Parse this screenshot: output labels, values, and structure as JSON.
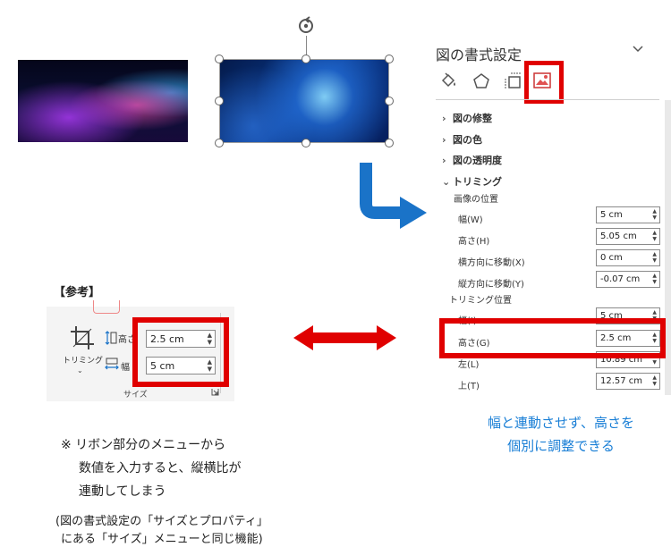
{
  "panel": {
    "title": "図の書式設定",
    "tabs": [
      "fill-line",
      "effects",
      "size-properties",
      "picture"
    ],
    "sections": [
      {
        "label": "図の修整",
        "expanded": false
      },
      {
        "label": "図の色",
        "expanded": false
      },
      {
        "label": "図の透明度",
        "expanded": false
      },
      {
        "label": "トリミング",
        "expanded": true
      }
    ],
    "image_position": {
      "heading": "画像の位置",
      "fields": [
        {
          "label": "幅(W)",
          "value": "5 cm"
        },
        {
          "label": "高さ(H)",
          "value": "5.05 cm"
        },
        {
          "label": "横方向に移動(X)",
          "value": "0 cm"
        },
        {
          "label": "縦方向に移動(Y)",
          "value": "-0.07 cm"
        }
      ]
    },
    "crop_position": {
      "heading": "トリミング位置",
      "fields": [
        {
          "label": "幅(I)",
          "value": "5 cm"
        },
        {
          "label": "高さ(G)",
          "value": "2.5 cm"
        },
        {
          "label": "左(L)",
          "value": "10.89 cm"
        },
        {
          "label": "上(T)",
          "value": "12.57 cm"
        }
      ]
    }
  },
  "reference": {
    "label": "【参考】",
    "crop_button": "トリミング",
    "height_label": "高さ",
    "height_value": "2.5 cm",
    "width_label": "幅",
    "width_value": "5 cm",
    "group_label": "サイズ"
  },
  "captions": {
    "blue_line1": "幅と連動させず、高さを",
    "blue_line2": "個別に調整できる",
    "note_line1": "※ リボン部分のメニューから",
    "note_line2": "数値を入力すると、縦横比が",
    "note_line3": "連動してしまう",
    "paren_line1": "(図の書式設定の「サイズとプロパティ」",
    "paren_line2": "にある「サイズ」メニューと同じ機能)"
  },
  "colors": {
    "highlight": "#e00000",
    "blue_arrow": "#1a73c8",
    "caption_blue": "#1a7fd6"
  }
}
